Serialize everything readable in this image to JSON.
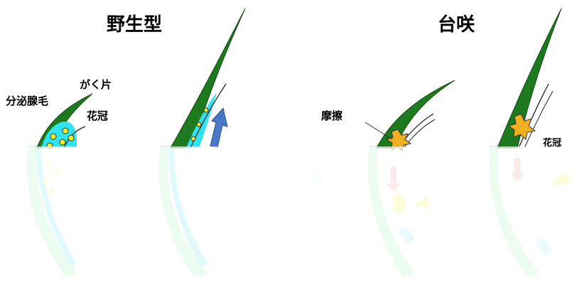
{
  "titles": {
    "wild": "野生型",
    "mutant": "台咲"
  },
  "labels": {
    "gland": "分泌腺毛",
    "sepal": "がく片",
    "petal": "花冠",
    "friction": "摩擦",
    "petal_partial": "花冠"
  },
  "colors": {
    "sepal_green": "#1e7a1e",
    "gland_cyan": "#2fe3f0",
    "gland_yellow": "#f5f01a",
    "arrow_blue": "#4a78c8",
    "friction_orange": "#f0b020",
    "pale_arrow": "#f7b0b0"
  }
}
